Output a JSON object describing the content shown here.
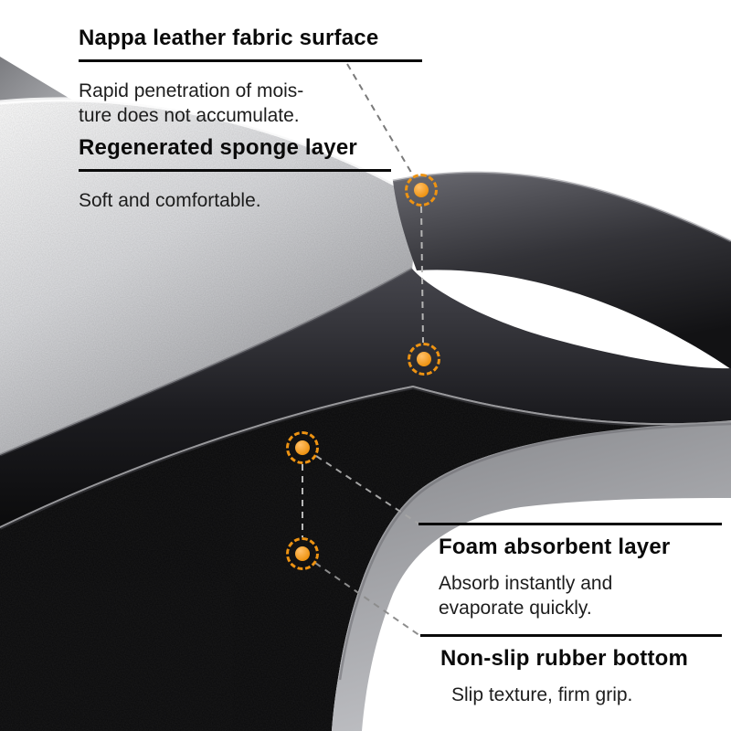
{
  "labels": {
    "nappa": {
      "title": "Nappa leather fabric surface",
      "desc_line1": "Rapid penetration of mois-",
      "desc_line2": "ture does not accumulate."
    },
    "sponge": {
      "title": "Regenerated sponge layer",
      "desc_line1": "Soft and comfortable."
    },
    "foam": {
      "title": "Foam absorbent layer",
      "desc_line1": "Absorb instantly and",
      "desc_line2": "evaporate quickly."
    },
    "rubber": {
      "title": "Non-slip rubber bottom",
      "desc_line1": "Slip texture, firm grip."
    }
  },
  "layers": {
    "fabric_surface": "#e9eaec",
    "sponge_layer": "#2f2f34",
    "foam_layer": "#0a0a0b",
    "rubber_bottom": "#a9aaae"
  },
  "colors": {
    "accent_orange": "#EE9312",
    "heading_text": "#0a0a0a",
    "body_text": "#1d1d1d",
    "rule": "#0a0a0a",
    "background": "#ffffff"
  },
  "markers": {
    "count": 4,
    "style": "dashed-circle"
  }
}
